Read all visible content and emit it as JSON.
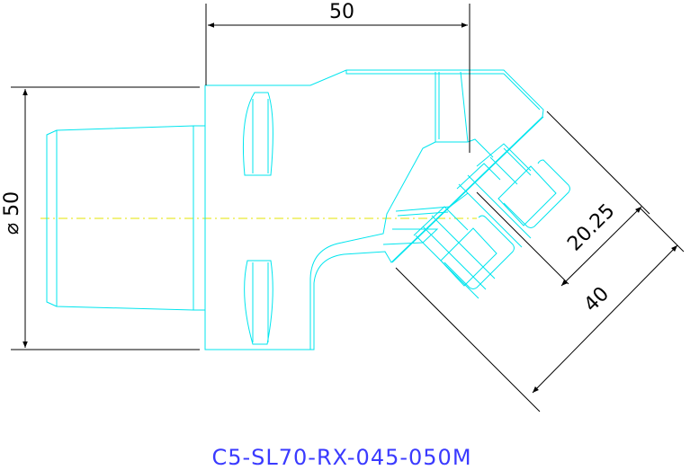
{
  "dimensions": {
    "width_label": "50",
    "diameter_label": "⌀ 50",
    "tip_label": "20.25",
    "head_label": "40"
  },
  "caption": "C5-SL70-RX-045-050M",
  "colors": {
    "outline": "#00e5ee",
    "dimension": "#000000",
    "centerline": "#e6e600",
    "caption": "#3a3aff"
  }
}
